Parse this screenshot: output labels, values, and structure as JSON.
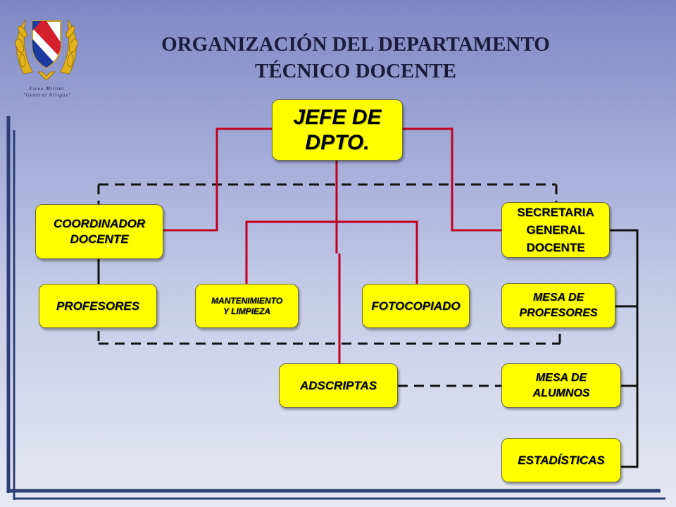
{
  "title": {
    "line1": "ORGANIZACIÓN DEL DEPARTAMENTO",
    "line2": "TÉCNICO DOCENTE"
  },
  "logo": {
    "caption_line1": "Liceo Militar",
    "caption_line2": "\"General Artigas\""
  },
  "nodes": {
    "jefe": "JEFE DE\nDPTO.",
    "coordinador": "COORDINADOR\nDOCENTE",
    "secretaria": "SECRETARIA\nGENERAL\nDOCENTE",
    "profesores": "PROFESORES",
    "mantenimiento": "MANTENIMIENTO\nY LIMPIEZA",
    "fotocopiado": "FOTOCOPIADO",
    "mesa_profesores": "MESA DE\nPROFESORES",
    "adscriptas": "ADSCRIPTAS",
    "mesa_alumnos": "MESA DE\nALUMNOS",
    "estadisticas": "ESTADÍSTICAS"
  },
  "colors": {
    "box_fill": "#ffff00",
    "solid_line": "#c00020",
    "dashed_line": "#111111",
    "frame_line": "#2c3e73",
    "title_text": "#1b1b3d"
  }
}
